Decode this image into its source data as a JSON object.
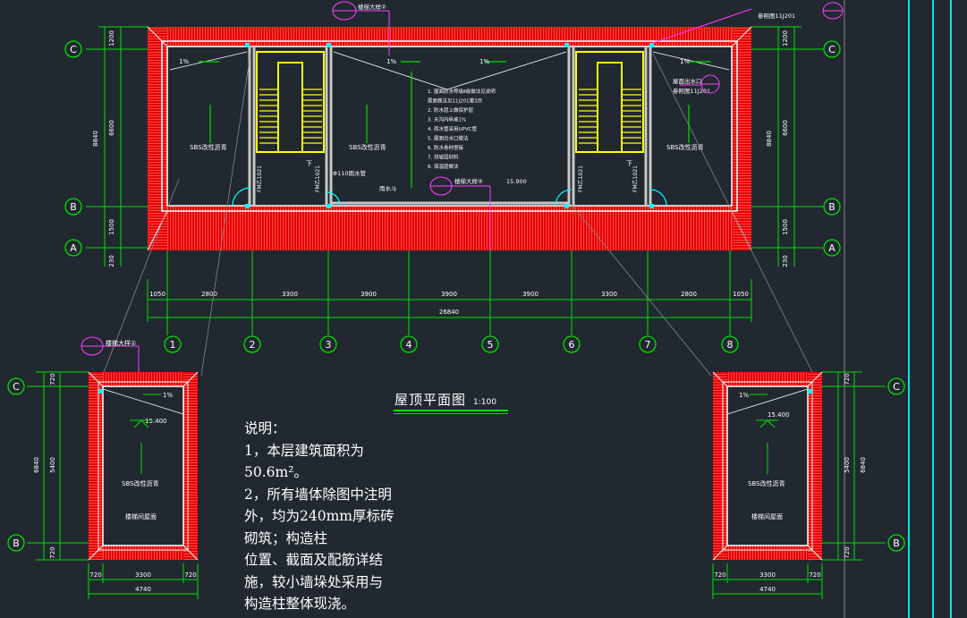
{
  "drawing": {
    "title": "屋顶平面图",
    "scale": "1:100"
  },
  "notes": {
    "lines": [
      "说明：",
      "1，本层建筑面积为",
      "50.6m²。",
      "2，所有墙体除图中注明",
      "外，均为240mm厚标砖",
      "砌筑；构造柱",
      "位置、截面及配筋详结",
      "施，较小墙垛处采用与",
      "构造柱整体现浇。"
    ]
  },
  "axes": {
    "columns": [
      "1",
      "2",
      "3",
      "4",
      "5",
      "6",
      "7",
      "8"
    ],
    "rows_main": [
      "C",
      "B",
      "A"
    ],
    "rows_detail": [
      "C",
      "B"
    ]
  },
  "dimensions": {
    "bottom_segments": [
      "1050",
      "2800",
      "3300",
      "3900",
      "3900",
      "3900",
      "3300",
      "2800",
      "1050"
    ],
    "bottom_total": "26840",
    "left_segments": [
      "1200",
      "6600",
      "1500"
    ],
    "left_total": "8840",
    "left_extra": "230",
    "detail_bottom_segments": [
      "720",
      "3300",
      "720"
    ],
    "detail_bottom_total": "4740",
    "detail_side_segments": [
      "720",
      "5400",
      "720"
    ],
    "detail_side_total": "6840"
  },
  "labels": {
    "slope": "1%",
    "elev_main": "15.900",
    "elev_detail": "15.400",
    "room_left": "SBS改性沥青",
    "room_right": "SBS改性沥青",
    "room_center": "SBS改性沥青",
    "stair_down": "下",
    "downpipe": "Φ110雨水管",
    "ref_top": "楼梯大样②",
    "ref_top_right": "参照图11J201",
    "ref_right": "屋面出水口",
    "ref_right2": "参照图11J201",
    "ref_mid": "楼梯大样④",
    "ref_detail_left": "楼梯大样①",
    "detail_room": "SBS改性沥青",
    "detail_caption": "楼梯间屋面",
    "door_code_left": "FM乙1021",
    "door_code_mid": "FM乙1021",
    "door_code_right": "FM乙1021",
    "mid_note": "雨水斗",
    "center_notes": [
      "1. 屋面防水等级Ⅱ级做法见说明",
      "屋面做法见11J201第3页",
      "2. 防水层上做保护层",
      "3. 天沟内纵坡1%",
      "4. 雨水管采用UPVC管",
      "5. 屋面出水口做法",
      "6. 防水卷材搭接",
      "7. 找坡层材料",
      "8. 保温层做法"
    ]
  },
  "colors": {
    "background": "#212830",
    "wall_hatch": "#ff1a1a",
    "axis_green": "#00e000",
    "wall_white": "#ffffff",
    "stair_yellow": "#ffff00",
    "cyan": "#00ffff",
    "magenta": "#ff40ff"
  }
}
